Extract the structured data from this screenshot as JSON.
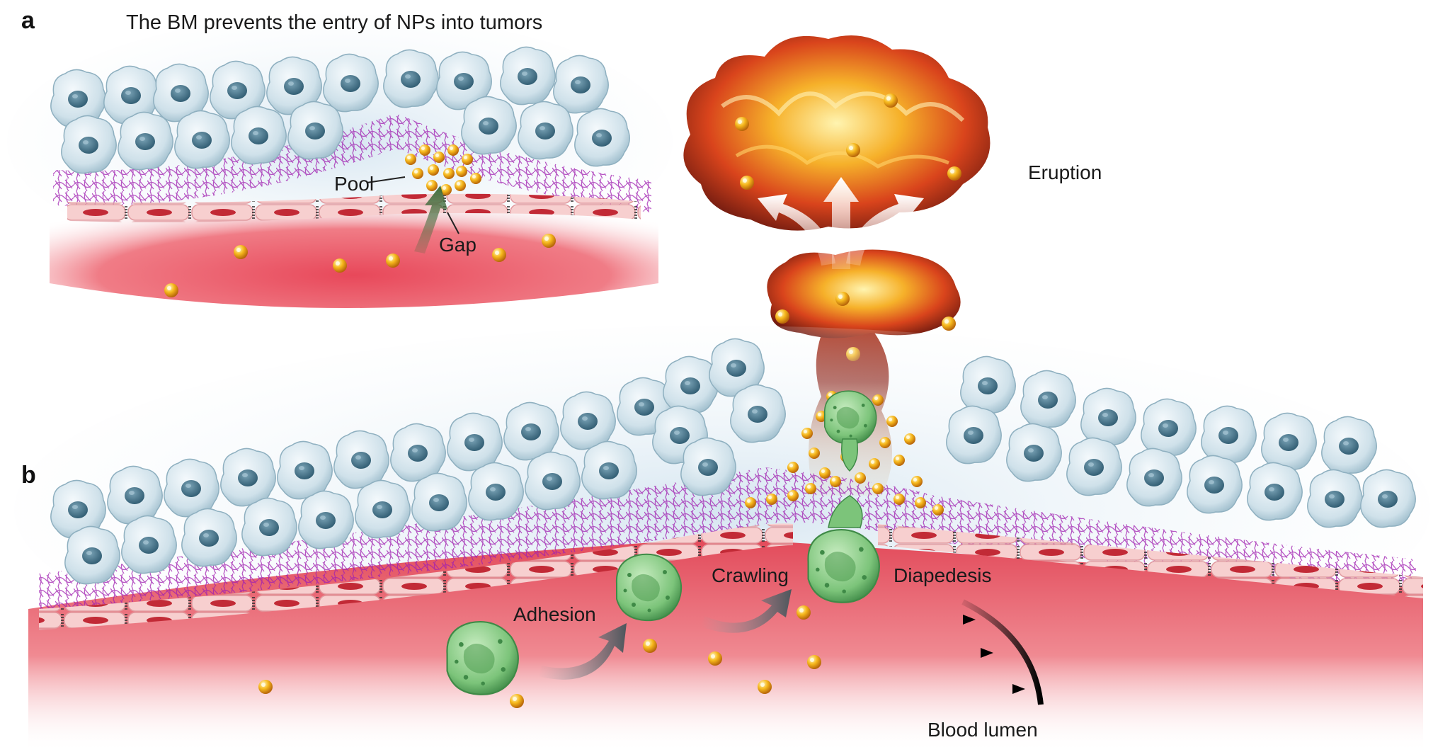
{
  "panel_a": {
    "letter": "a",
    "title": "The BM prevents the entry of NPs into tumors",
    "pool_label": "Pool",
    "gap_label": "Gap"
  },
  "panel_b": {
    "letter": "b",
    "eruption_label": "Eruption",
    "adhesion_label": "Adhesion",
    "crawling_label": "Crawling",
    "diapedesis_label": "Diapedesis",
    "blood_lumen_label": "Blood lumen"
  },
  "colors": {
    "blood": "#e8485a",
    "endothelium": "#f4c6c6",
    "basement_membrane": "#a020b0",
    "tumor_cell": "#c8dde8",
    "nucleus": "#3f6f86",
    "nanoparticle": "#f2a20c",
    "neutrophil": "#7cc47a",
    "eruption": "#e8571a"
  }
}
